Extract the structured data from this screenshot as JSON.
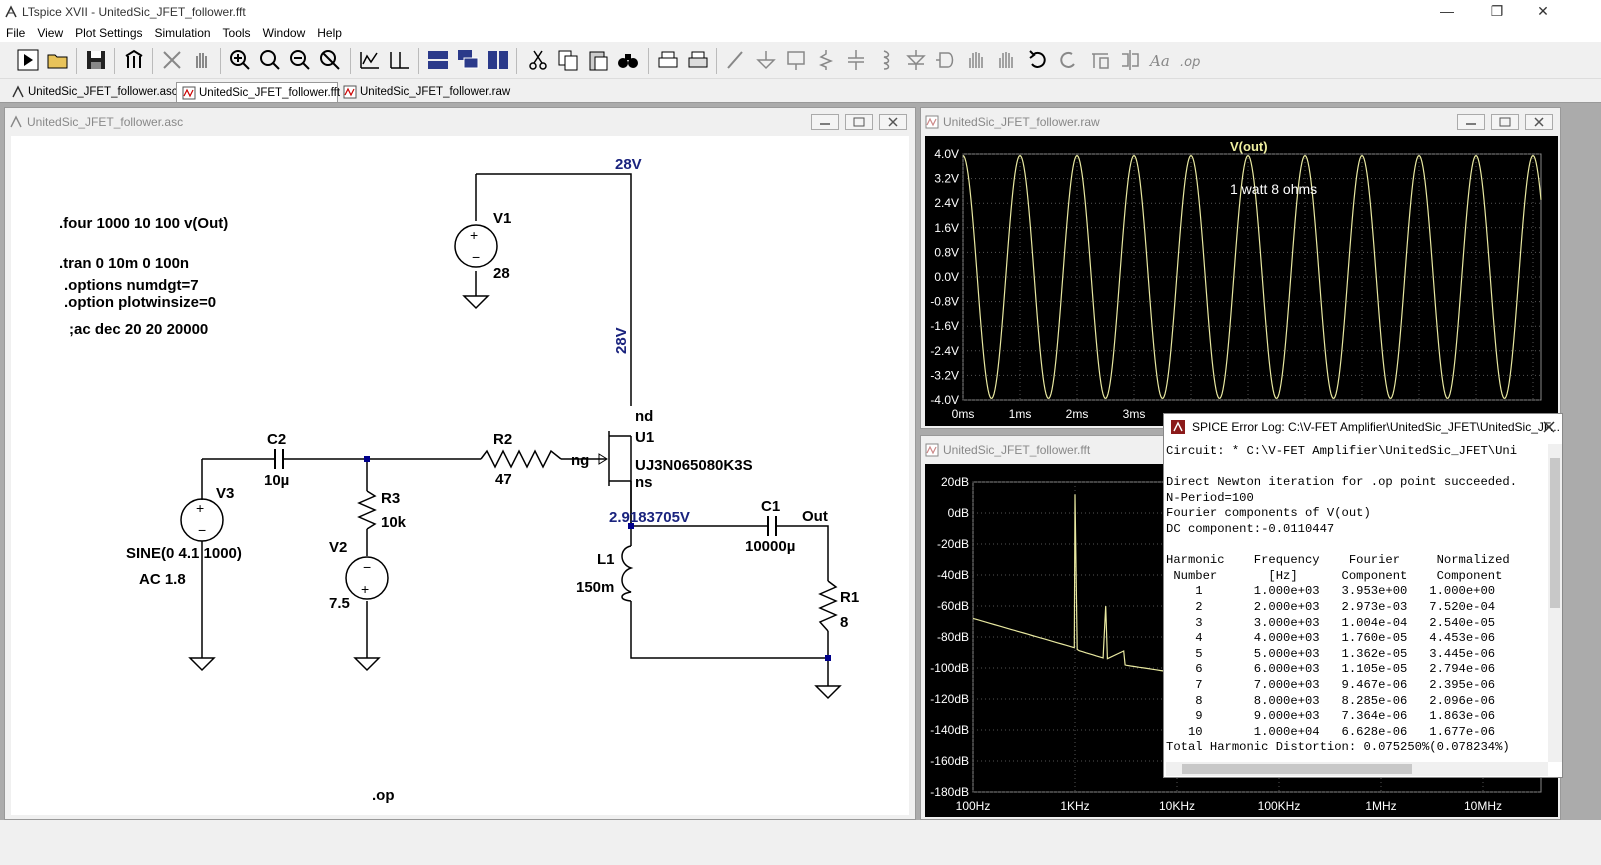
{
  "window": {
    "title": "LTspice XVII - UnitedSic_JFET_follower.fft"
  },
  "menu": [
    "File",
    "View",
    "Plot Settings",
    "Simulation",
    "Tools",
    "Window",
    "Help"
  ],
  "tabs": [
    {
      "label": "UnitedSic_JFET_follower.asc",
      "active": false
    },
    {
      "label": "UnitedSic_JFET_follower.fft",
      "active": true
    },
    {
      "label": "UnitedSic_JFET_follower.raw",
      "active": false
    }
  ],
  "schematic": {
    "title": "UnitedSic_JFET_follower.asc",
    "directives": {
      "four": ".four 1000 10 100 v(Out)",
      "tran": ".tran 0 10m 0 100n",
      "numdgt": ".options numdgt=7",
      "plotwinsize": ".option plotwinsize=0",
      "ac": ";ac dec 20 20 20000",
      "op": ".op"
    },
    "labels": {
      "v1_name": "V1",
      "v1_value": "28",
      "net_28v_top": "28V",
      "net_28v_vertical": "28V",
      "c2_name": "C2",
      "c2_value": "10µ",
      "r2_name": "R2",
      "r2_value": "47",
      "r3_name": "R3",
      "r3_value": "10k",
      "v2_name": "V2",
      "v2_value": "7.5",
      "v3_name": "V3",
      "v3_value": "SINE(0 4.1 1000)",
      "v3_ac": "AC 1.8",
      "ng": "ng",
      "nd": "nd",
      "u1_name": "U1",
      "u1_model": "UJ3N065080K3S",
      "ns": "ns",
      "source_voltage": "2.9183705V",
      "c1_name": "C1",
      "c1_value": "10000µ",
      "out": "Out",
      "l1_name": "L1",
      "l1_value": "150m",
      "r1_name": "R1",
      "r1_value": "8"
    }
  },
  "raw_window": {
    "title": "UnitedSic_JFET_follower.raw",
    "trace_label": "V(out)",
    "annotation": "1 watt 8 ohms",
    "y_ticks": [
      "4.0V",
      "3.2V",
      "2.4V",
      "1.6V",
      "0.8V",
      "0.0V",
      "-0.8V",
      "-1.6V",
      "-2.4V",
      "-3.2V",
      "-4.0V"
    ],
    "x_ticks": [
      "0ms",
      "1ms",
      "2ms",
      "3ms"
    ]
  },
  "fft_window": {
    "title": "UnitedSic_JFET_follower.fft",
    "y_ticks": [
      "20dB",
      "0dB",
      "-20dB",
      "-40dB",
      "-60dB",
      "-80dB",
      "-100dB",
      "-120dB",
      "-140dB",
      "-160dB",
      "-180dB"
    ],
    "x_ticks": [
      "100Hz",
      "1KHz",
      "10KHz",
      "100KHz",
      "1MHz",
      "10MHz"
    ]
  },
  "error_log": {
    "title": "SPICE Error Log: C:\\V-FET Amplifier\\UnitedSic_JFET\\UnitedSic_JF...",
    "lines": [
      "Circuit: * C:\\V-FET Amplifier\\UnitedSic_JFET\\Uni",
      "",
      "Direct Newton iteration for .op point succeeded.",
      "N-Period=100",
      "Fourier components of V(out)",
      "DC component:-0.0110447",
      "",
      "Harmonic    Frequency    Fourier     Normalized",
      " Number       [Hz]      Component    Component",
      "    1       1.000e+03   3.953e+00   1.000e+00",
      "    2       2.000e+03   2.973e-03   7.520e-04",
      "    3       3.000e+03   1.004e-04   2.540e-05",
      "    4       4.000e+03   1.760e-05   4.453e-06",
      "    5       5.000e+03   1.362e-05   3.445e-06",
      "    6       6.000e+03   1.105e-05   2.794e-06",
      "    7       7.000e+03   9.467e-06   2.395e-06",
      "    8       8.000e+03   8.285e-06   2.096e-06",
      "    9       9.000e+03   7.364e-06   1.863e-06",
      "   10       1.000e+04   6.628e-06   1.677e-06",
      "Total Harmonic Distortion: 0.075250%(0.078234%)"
    ]
  }
}
